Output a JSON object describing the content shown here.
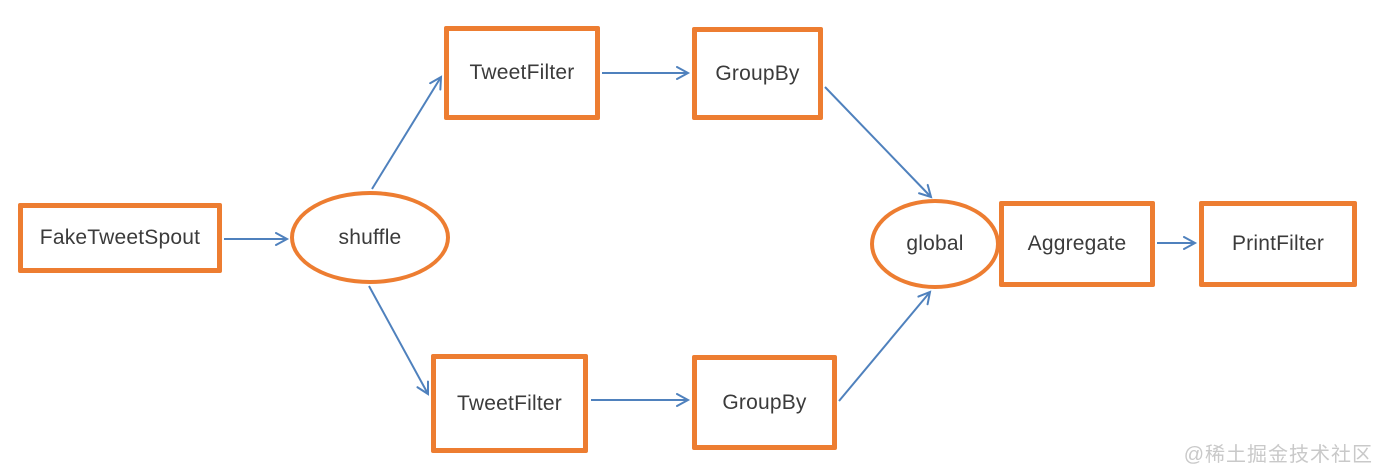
{
  "diagram": {
    "type": "flow-topology",
    "nodes": [
      {
        "id": "fake-tweet-spout",
        "label": "FakeTweetSpout",
        "shape": "rect"
      },
      {
        "id": "shuffle",
        "label": "shuffle",
        "shape": "ellipse"
      },
      {
        "id": "tweet-filter-top",
        "label": "TweetFilter",
        "shape": "rect"
      },
      {
        "id": "group-by-top",
        "label": "GroupBy",
        "shape": "rect"
      },
      {
        "id": "tweet-filter-bottom",
        "label": "TweetFilter",
        "shape": "rect"
      },
      {
        "id": "group-by-bottom",
        "label": "GroupBy",
        "shape": "rect"
      },
      {
        "id": "global",
        "label": "global",
        "shape": "ellipse"
      },
      {
        "id": "aggregate",
        "label": "Aggregate",
        "shape": "rect"
      },
      {
        "id": "print-filter",
        "label": "PrintFilter",
        "shape": "rect"
      }
    ],
    "edges": [
      {
        "from": "fake-tweet-spout",
        "to": "shuffle"
      },
      {
        "from": "shuffle",
        "to": "tweet-filter-top"
      },
      {
        "from": "tweet-filter-top",
        "to": "group-by-top"
      },
      {
        "from": "group-by-top",
        "to": "global"
      },
      {
        "from": "shuffle",
        "to": "tweet-filter-bottom"
      },
      {
        "from": "tweet-filter-bottom",
        "to": "group-by-bottom"
      },
      {
        "from": "group-by-bottom",
        "to": "global"
      },
      {
        "from": "aggregate",
        "to": "print-filter"
      }
    ],
    "colors": {
      "node_border": "#ED7D31",
      "node_fill": "#FFFFFF",
      "arrow": "#4F81BD",
      "text": "#3B3B3B",
      "watermark": "#C9C9C9"
    }
  },
  "watermark": {
    "text": "@稀土掘金技术社区"
  }
}
